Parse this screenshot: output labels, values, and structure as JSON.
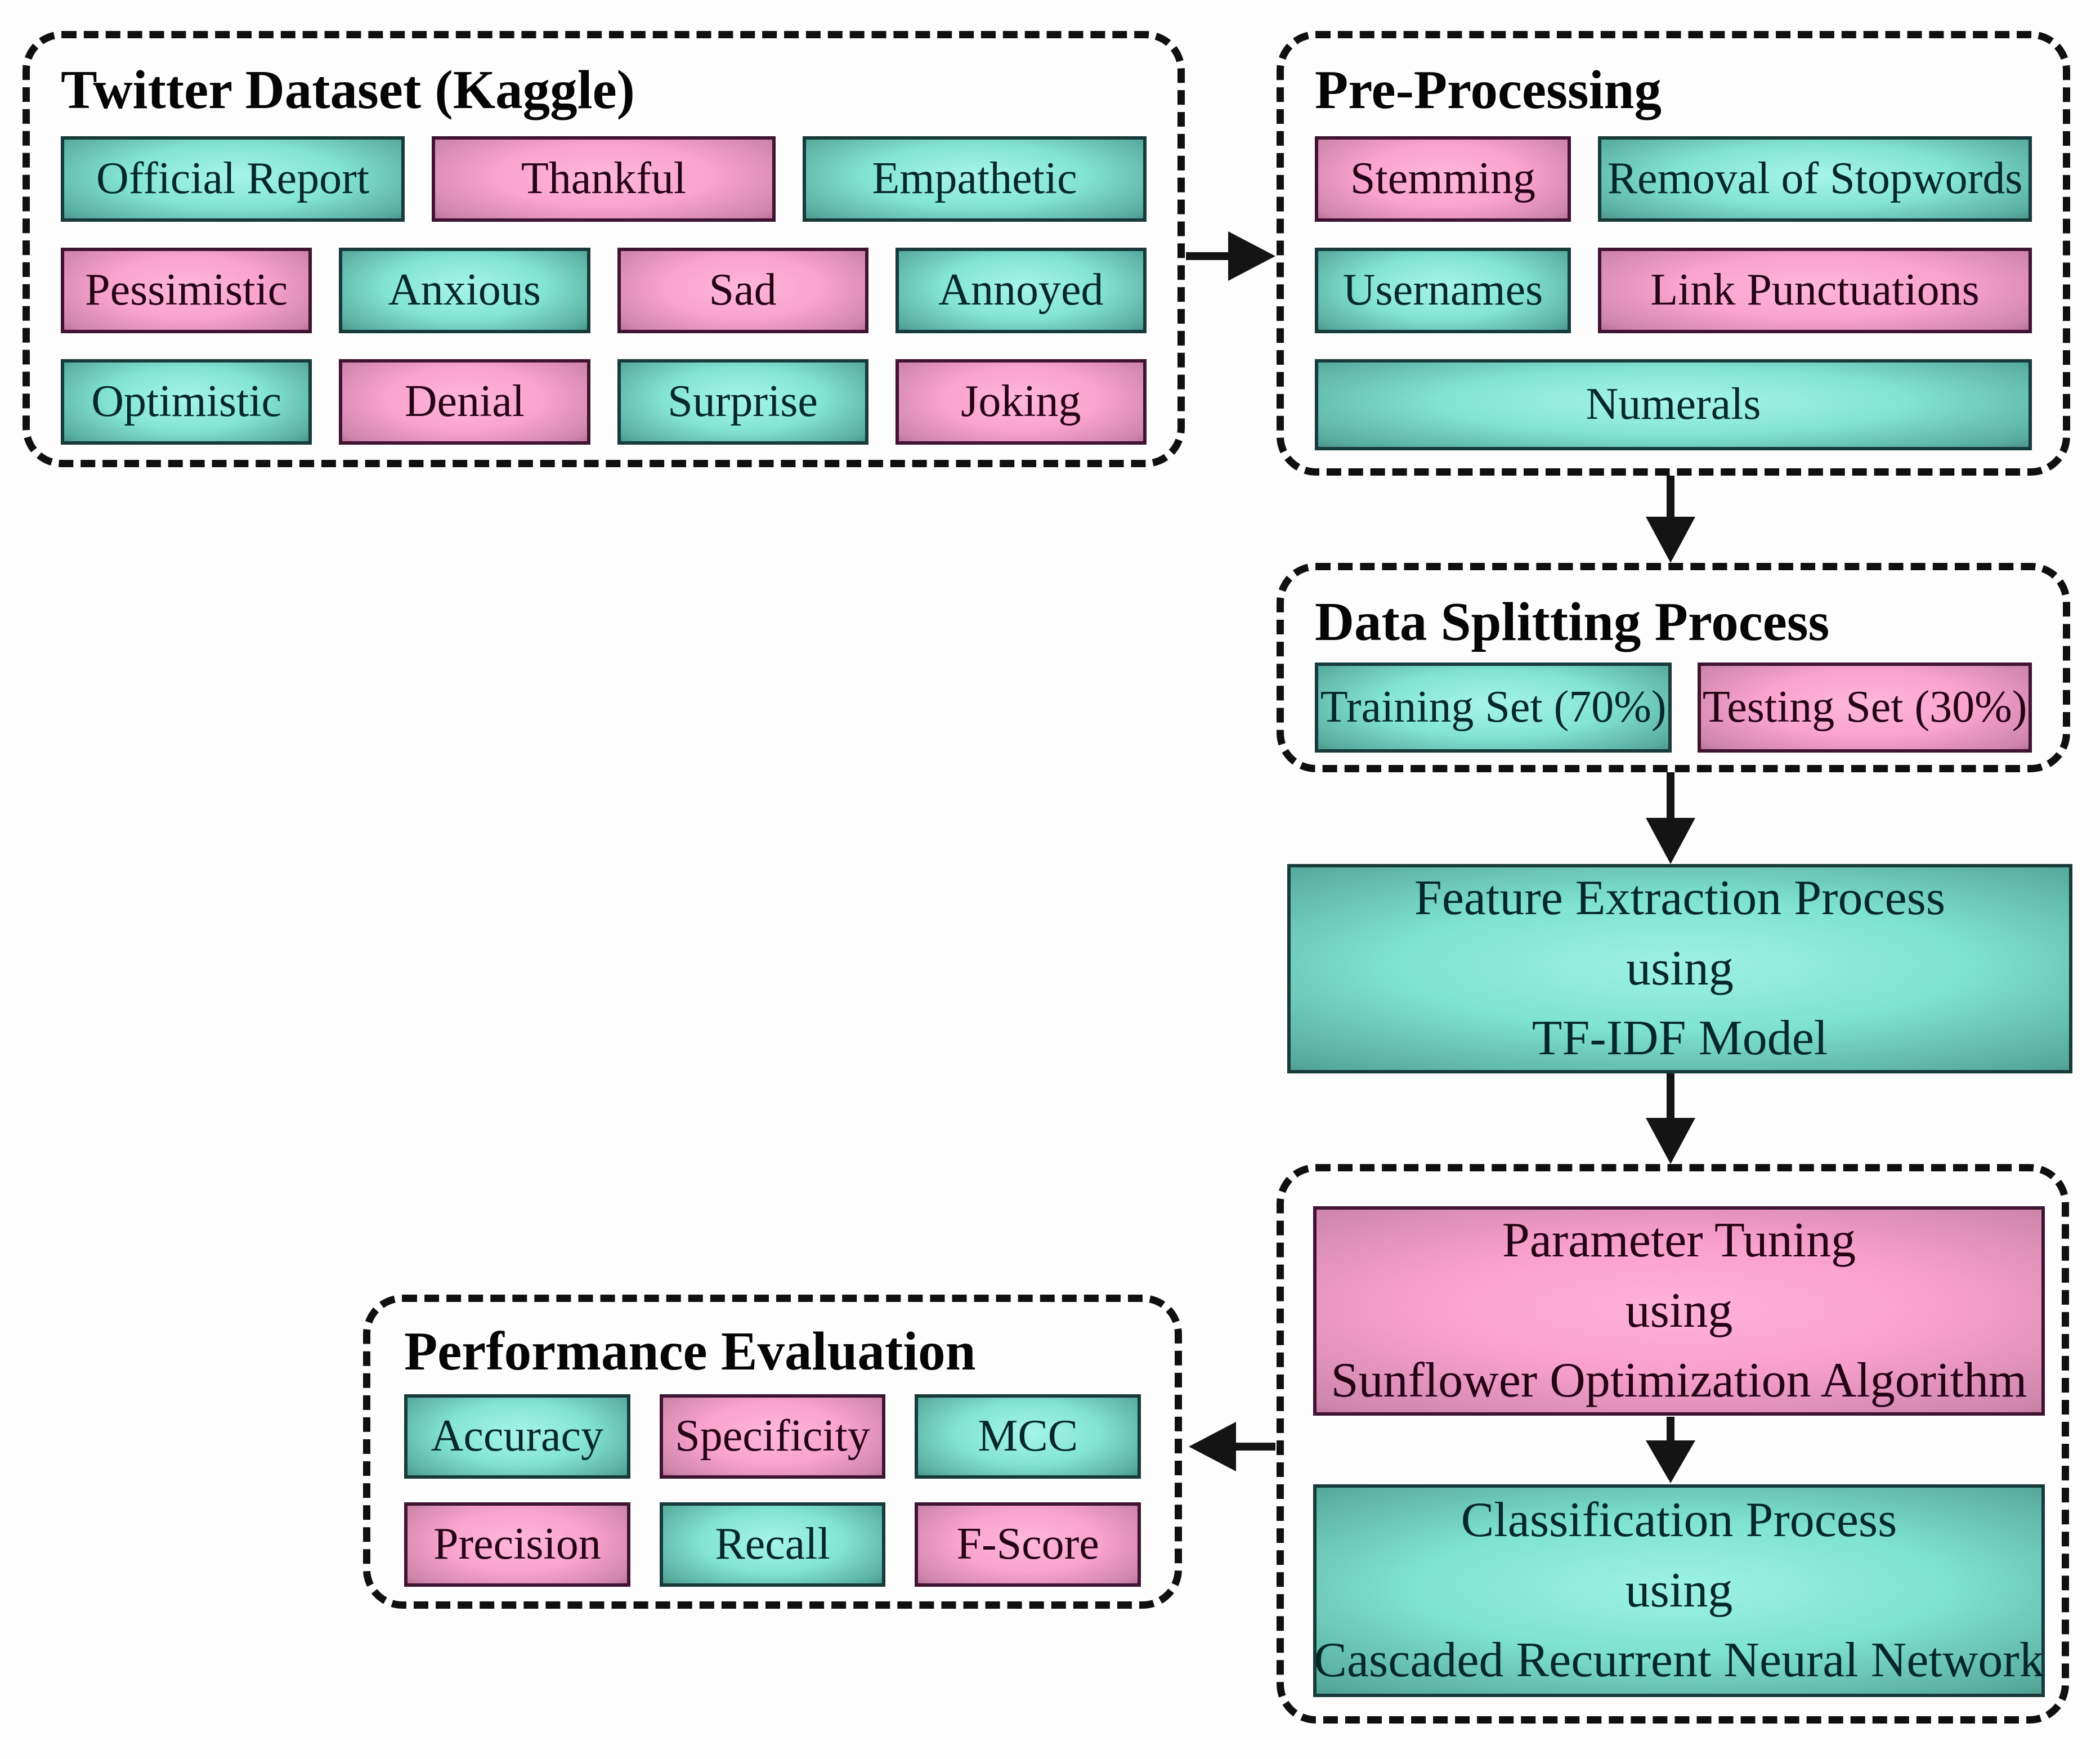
{
  "twitter": {
    "title": "Twitter Dataset (Kaggle)",
    "rows": [
      [
        {
          "label": "Official Report",
          "color": "teal"
        },
        {
          "label": "Thankful",
          "color": "pink"
        },
        {
          "label": "Empathetic",
          "color": "teal"
        }
      ],
      [
        {
          "label": "Pessimistic",
          "color": "pink"
        },
        {
          "label": "Anxious",
          "color": "teal"
        },
        {
          "label": "Sad",
          "color": "pink"
        },
        {
          "label": "Annoyed",
          "color": "teal"
        }
      ],
      [
        {
          "label": "Optimistic",
          "color": "teal"
        },
        {
          "label": "Denial",
          "color": "pink"
        },
        {
          "label": "Surprise",
          "color": "teal"
        },
        {
          "label": "Joking",
          "color": "pink"
        }
      ]
    ]
  },
  "preprocessing": {
    "title": "Pre-Processing",
    "rows": [
      [
        {
          "label": "Stemming",
          "color": "pink"
        },
        {
          "label": "Removal of Stopwords",
          "color": "teal"
        }
      ],
      [
        {
          "label": "Usernames",
          "color": "teal"
        },
        {
          "label": "Link Punctuations",
          "color": "pink"
        }
      ],
      [
        {
          "label": "Numerals",
          "color": "teal"
        }
      ]
    ]
  },
  "data_splitting": {
    "title": "Data Splitting Process",
    "boxes": [
      {
        "label": "Training Set (70%)",
        "color": "teal"
      },
      {
        "label": "Testing Set (30%)",
        "color": "pink"
      }
    ]
  },
  "feature_extraction": {
    "color": "teal",
    "lines": [
      "Feature Extraction Process",
      "using",
      "TF-IDF Model"
    ]
  },
  "model": {
    "parameter_tuning": {
      "color": "pink",
      "lines": [
        "Parameter Tuning",
        "using",
        "Sunflower Optimization Algorithm"
      ]
    },
    "classification": {
      "color": "teal",
      "lines": [
        "Classification Process",
        "using",
        "Cascaded Recurrent Neural Network"
      ]
    }
  },
  "performance": {
    "title": "Performance Evaluation",
    "rows": [
      [
        {
          "label": "Accuracy",
          "color": "teal"
        },
        {
          "label": "Specificity",
          "color": "pink"
        },
        {
          "label": "MCC",
          "color": "teal"
        }
      ],
      [
        {
          "label": "Precision",
          "color": "pink"
        },
        {
          "label": "Recall",
          "color": "teal"
        },
        {
          "label": "F-Score",
          "color": "pink"
        }
      ]
    ]
  },
  "colors": {
    "teal_center": "#9df2e2",
    "teal_edge": "#55a89c",
    "teal_border": "#173a3a",
    "pink_center": "#ffb2d8",
    "pink_edge": "#cd85ac",
    "pink_border": "#3f1431",
    "dashed_outline": "#101010",
    "arrow": "#141414",
    "background": "#fdfdfd"
  }
}
